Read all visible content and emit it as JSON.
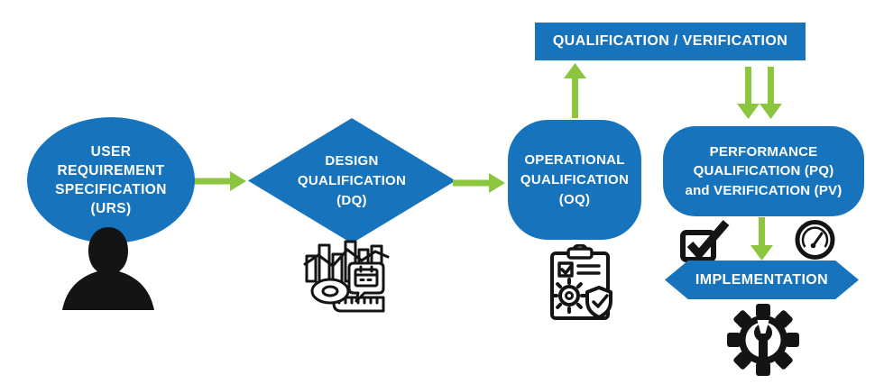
{
  "colors": {
    "blue": "#1673BC",
    "green": "#8CC63F",
    "black": "#141414",
    "white": "#FFFFFF",
    "background": "#FFFFFF"
  },
  "nodes": {
    "urs": {
      "label": "USER\nREQUIREMENT\nSPECIFICATION\n(URS)"
    },
    "dq": {
      "label": "DESIGN\nQUALIFICATION\n(DQ)"
    },
    "oq": {
      "label": "OPERATIONAL\nQUALIFICATION\n(OQ)"
    },
    "qv": {
      "label": "QUALIFICATION / VERIFICATION"
    },
    "pq": {
      "label": "PERFORMANCE\nQUALIFICATION (PQ)\nand VERIFICATION (PV)"
    },
    "implementation": {
      "label": "IMPLEMENTATION"
    }
  },
  "icons": {
    "urs": "person-silhouette-icon",
    "dq": "bar-chart-measuring-tape-icon",
    "oq": "clipboard-gear-shield-icon",
    "pq_left": "checkbox-icon",
    "pq_right": "gauge-icon",
    "implementation": "gear-wrench-icon"
  },
  "arrows": [
    {
      "from": "urs",
      "to": "dq",
      "direction": "right"
    },
    {
      "from": "dq",
      "to": "oq",
      "direction": "right"
    },
    {
      "from": "oq",
      "to": "qv",
      "direction": "up"
    },
    {
      "from": "qv",
      "to": "pq",
      "direction": "down"
    },
    {
      "from": "qv",
      "to": "pq",
      "direction": "down"
    },
    {
      "from": "pq",
      "to": "implementation",
      "direction": "down"
    }
  ]
}
